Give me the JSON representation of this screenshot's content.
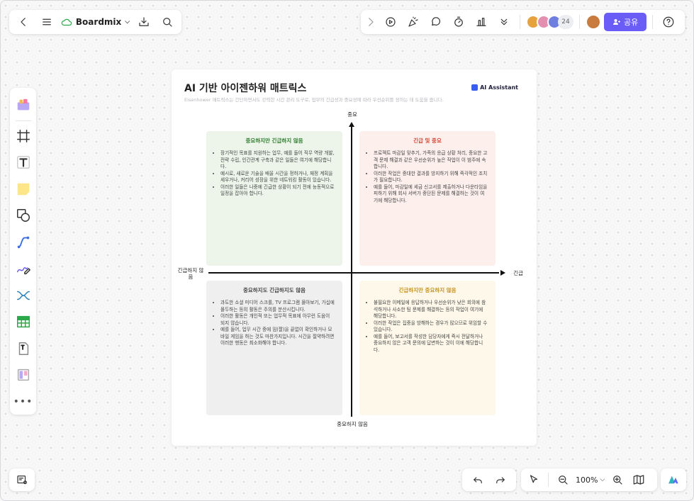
{
  "toolbar": {
    "brand": "Boardmix",
    "collaborator_count": "24",
    "share_label": "공유",
    "zoom": "100%"
  },
  "board": {
    "title": "AI 기반 아이젠하워 매트릭스",
    "subtitle": "Eisenhower 매트릭스는 간단하면서도 강력한 시간 관리 도구로, 업무의 긴급성과 중요성에 따라 우선순위를 정하는 데 도움을 줍니다.",
    "assistant_label": "AI Assistant",
    "axes": {
      "top": "중요",
      "bottom": "중요하지 않음",
      "left": "긴급하지 않음",
      "right": "긴급"
    },
    "quadrants": {
      "important_not_urgent": {
        "title": "중요하지만 긴급하지 않음",
        "items": [
          "장기적인 목표를 지원하는 업무, 예를 들어 직무 역량 개발, 전략 수립, 인간관계 구축과 같은 일들은 여기에 해당합니다.",
          "예시로, 새로운 기술을 배울 시간을 정하거나, 재정 계획을 세우거나, 커리어 성장을 위한 네트워킹 활동이 있습니다.",
          "이러한 일들은 나중에 긴급한 상황이 되기 전에 능동적으로 일정을 잡아야 합니다."
        ]
      },
      "urgent_important": {
        "title": "긴급 및 중요",
        "items": [
          "프로젝트 마감일 맞추기, 가족의 응급 상황 처리, 중요한 고객 문제 해결과 같은 우선순위가 높은 작업이 이 범주에 속합니다.",
          "이러한 작업은 중대한 결과를 방지하기 위해 즉각적인 조치가 필요합니다.",
          "예를 들어, 마감일에 세금 신고서를 제출하거나 다운타임을 피하기 위해 회사 서버가 중단된 문제를 해결하는 것이 여기에 해당합니다."
        ]
      },
      "neither": {
        "title": "중요하지도 긴급하지도 않음",
        "items": [
          "과도한 소셜 미디어 스크롤, TV 프로그램 몰아보기, 가십에 몰두하는 등의 활동은 주의를 분산시킵니다.",
          "이러한 활동은 개인적 또는 업무적 목표에 아무런 도움이 되지 않습니다.",
          "예를 들어, 업무 시간 중에 밈(짤)을 끝없이 확인하거나 모바일 게임을 하는 것도 마찬가지입니다. 시간을 절약하려면 이러한 행동은 최소화해야 합니다."
        ]
      },
      "urgent_not_important": {
        "title": "긴급하지만 중요하지 않음",
        "items": [
          "불필요한 이메일에 응답하거나 우선순위가 낮은 회의에 참석하거나 사소한 팀 문제를 해결하는 등의 작업이 여기에 해당합니다.",
          "이러한 작업은 집중을 방해하는 경우가 많으므로 위임할 수 있습니다.",
          "예를 들어, 보고서를 작성한 담당자에게 즉시 전달하거나 중요하지 않은 고객 문의에 답변하는 것이 이에 해당합니다."
        ]
      }
    }
  },
  "colors": {
    "accent": "#6a5cf6",
    "q1_bg": "#edf5ea",
    "q2_bg": "#fdf0ec",
    "q3_bg": "#efefef",
    "q4_bg": "#fdf8ea"
  }
}
